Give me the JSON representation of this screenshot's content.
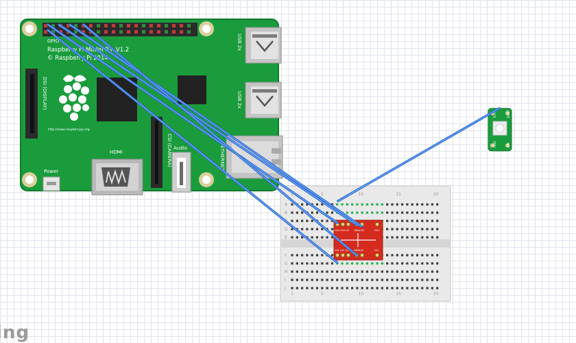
{
  "canvas": {
    "watermark": "ing"
  },
  "raspberry_pi": {
    "gpio_label": "GPIO",
    "model_line1": "Raspberry Pi Model B+ V1.2",
    "model_line2": "© Raspberry Pi 2014",
    "url": "http://www.raspberrypi.org",
    "dsi_label": "DSI (DISPLAY)",
    "csi_label": "CSI (CAMERA)",
    "hdmi_label": "HDMI",
    "audio_label": "Audio",
    "power_label": "Power",
    "usb_label_1": "USB 2x",
    "usb_label_2": "USB 2x",
    "ethernet_label": "ETHERNET",
    "colors": {
      "pcb": "#1a9c3c",
      "pcb_edge": "#137a2d"
    }
  },
  "breadboard": {
    "column_numbers": [
      "1",
      "5",
      "10",
      "15",
      "20"
    ],
    "row_letters_top": [
      "A",
      "B",
      "C",
      "D",
      "E"
    ],
    "row_letters_bottom": [
      "F",
      "G",
      "H",
      "I",
      "J"
    ]
  },
  "level_shifter": {
    "pin_labels_top": [
      "HV4",
      "HV3",
      "HV",
      "GND",
      "HV2",
      "HV1"
    ],
    "pin_labels_bottom": [
      "LV4",
      "LV3",
      "LV",
      "GND",
      "LV2",
      "LV1"
    ],
    "color": "#d52b1e"
  },
  "led_module": {
    "pin_labels": [
      "VCC",
      "DOUT",
      "GND",
      "DIN"
    ],
    "color": "#1a9c3c"
  },
  "wires": {
    "color": "#2f6fd0",
    "highlight": "#7fb0ff"
  }
}
